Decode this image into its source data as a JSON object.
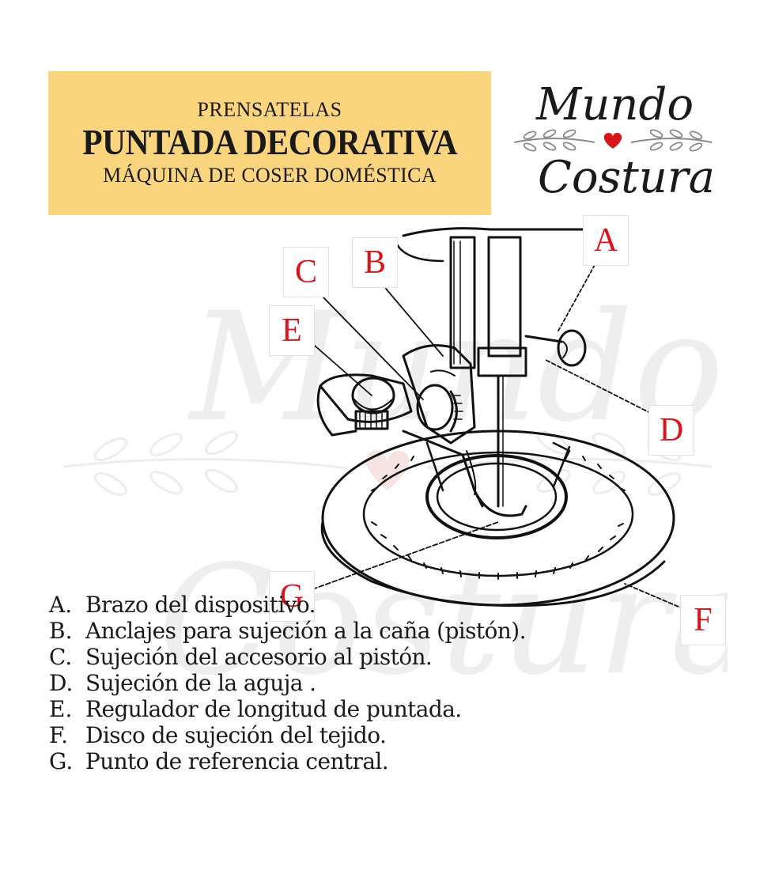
{
  "header": {
    "supertitle": "PRENSATELAS",
    "title": "PUNTADA DECORATIVA",
    "subtitle": "MÁQUINA DE COSER DOMÉSTICA",
    "background": "#fbd47e"
  },
  "logo": {
    "word_top": "Mundo",
    "word_bottom": "Costura",
    "heart_color": "#d9151b",
    "ornament_color": "#8a8a8a"
  },
  "watermark": {
    "word_top": "Mundo",
    "word_bottom": "Costura"
  },
  "callout_color": "#d9151b",
  "callouts": {
    "a": "A",
    "b": "B",
    "c": "C",
    "d": "D",
    "e": "E",
    "f": "F",
    "g": "G"
  },
  "legend": [
    {
      "letter": "A.",
      "text": "Brazo del dispositivo."
    },
    {
      "letter": "B.",
      "text": "Anclajes para sujeción a la caña (pistón)."
    },
    {
      "letter": "C.",
      "text": "Sujeción del accesorio al pistón."
    },
    {
      "letter": "D.",
      "text": "Sujeción de la aguja ."
    },
    {
      "letter": "E.",
      "text": "Regulador de longitud de puntada."
    },
    {
      "letter": "F.",
      "text": "Disco de sujeción del tejido."
    },
    {
      "letter": "G.",
      "text": "Punto de referencia central."
    }
  ]
}
